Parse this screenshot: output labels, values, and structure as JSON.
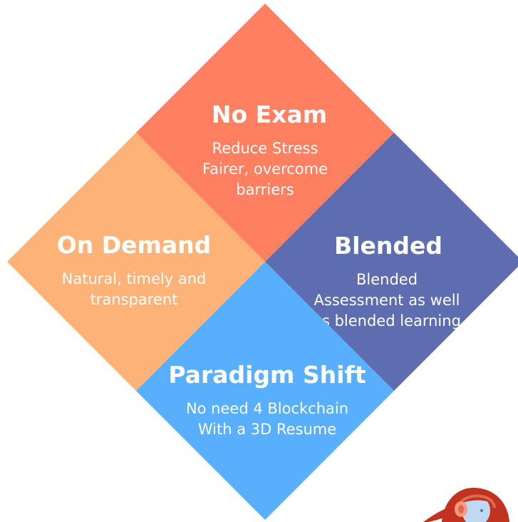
{
  "colors": {
    "top": "#FF7F61",
    "left": "#FDB277",
    "right": "#5E6DAF",
    "bottom": "#58AFFD"
  },
  "quadrants": {
    "top": {
      "title": "No Exam",
      "lines": [
        "Reduce Stress",
        "Fairer, overcome",
        "barriers"
      ]
    },
    "left": {
      "title": "On Demand",
      "lines": [
        "Natural, timely and",
        "transparent"
      ]
    },
    "right": {
      "title": "Blended",
      "lines": [
        "Blended",
        "Assessment as well",
        "as blended learning"
      ]
    },
    "bottom": {
      "title": "Paradigm Shift",
      "lines": [
        "No need 4 Blockchain",
        "With a 3D Resume"
      ]
    }
  },
  "mascot_icon": "red-haired-avatar-with-headphones"
}
